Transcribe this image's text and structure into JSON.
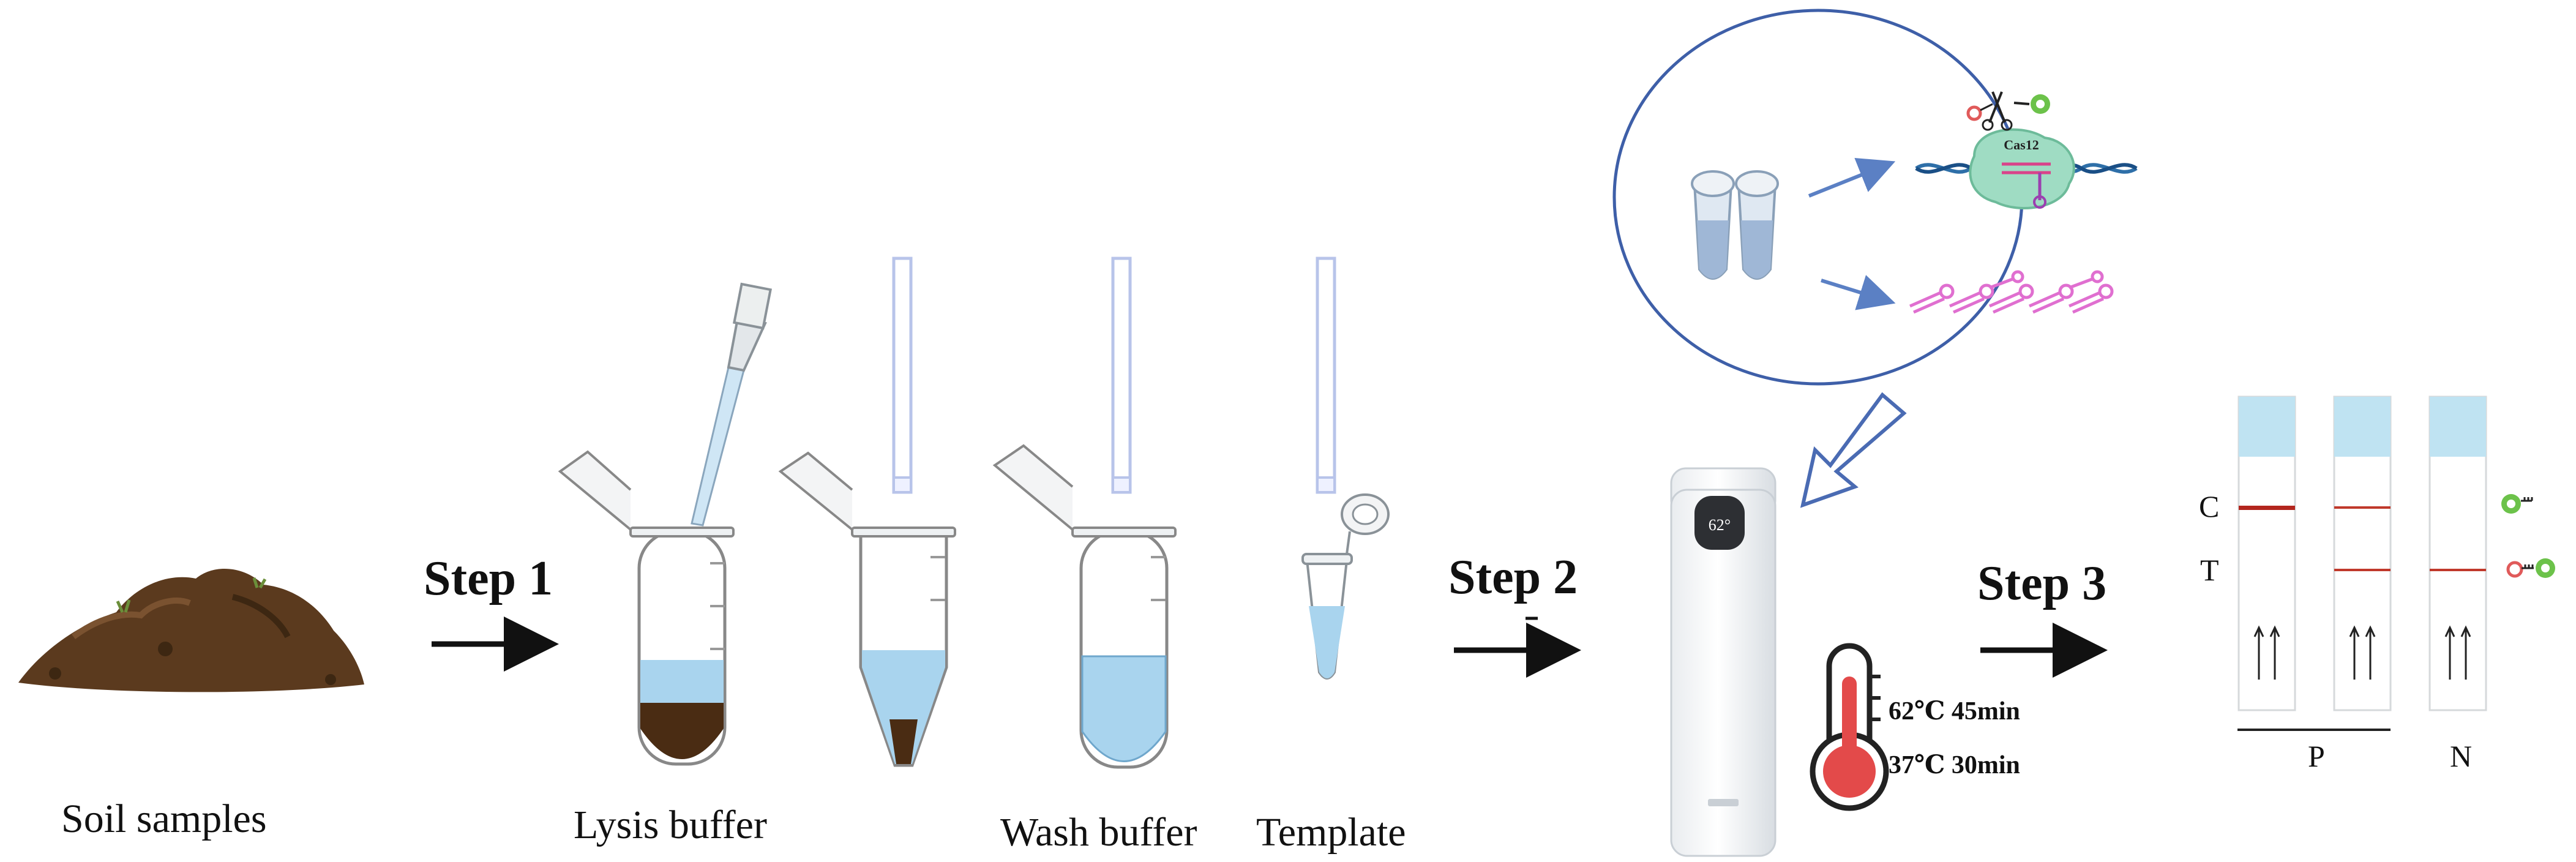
{
  "labels": {
    "soil_samples": "Soil samples",
    "lysis_buffer": "Lysis buffer",
    "wash_buffer": "Wash buffer",
    "template": "Template"
  },
  "steps": {
    "step1": "Step 1",
    "step2": "Step 2",
    "step3": "Step 3"
  },
  "reaction": {
    "enzyme": "Cas12",
    "temp1": "62℃ 45min",
    "temp2": "37℃ 30min",
    "thermos_display": "62°"
  },
  "strips": {
    "control_line": "C",
    "test_line": "T",
    "positive": "P",
    "negative": "N"
  },
  "colors": {
    "line_red": "#c0392b",
    "pad_blue": "#bfe3f2",
    "circle_blue": "#3e5fa8",
    "arrow_blue": "#5b80c4",
    "liquid_blue": "#a9d4ee",
    "soil_brown": "#5b3a1e",
    "reporter_green": "#6cc24a",
    "amplicon_pink": "#e06fd0"
  }
}
